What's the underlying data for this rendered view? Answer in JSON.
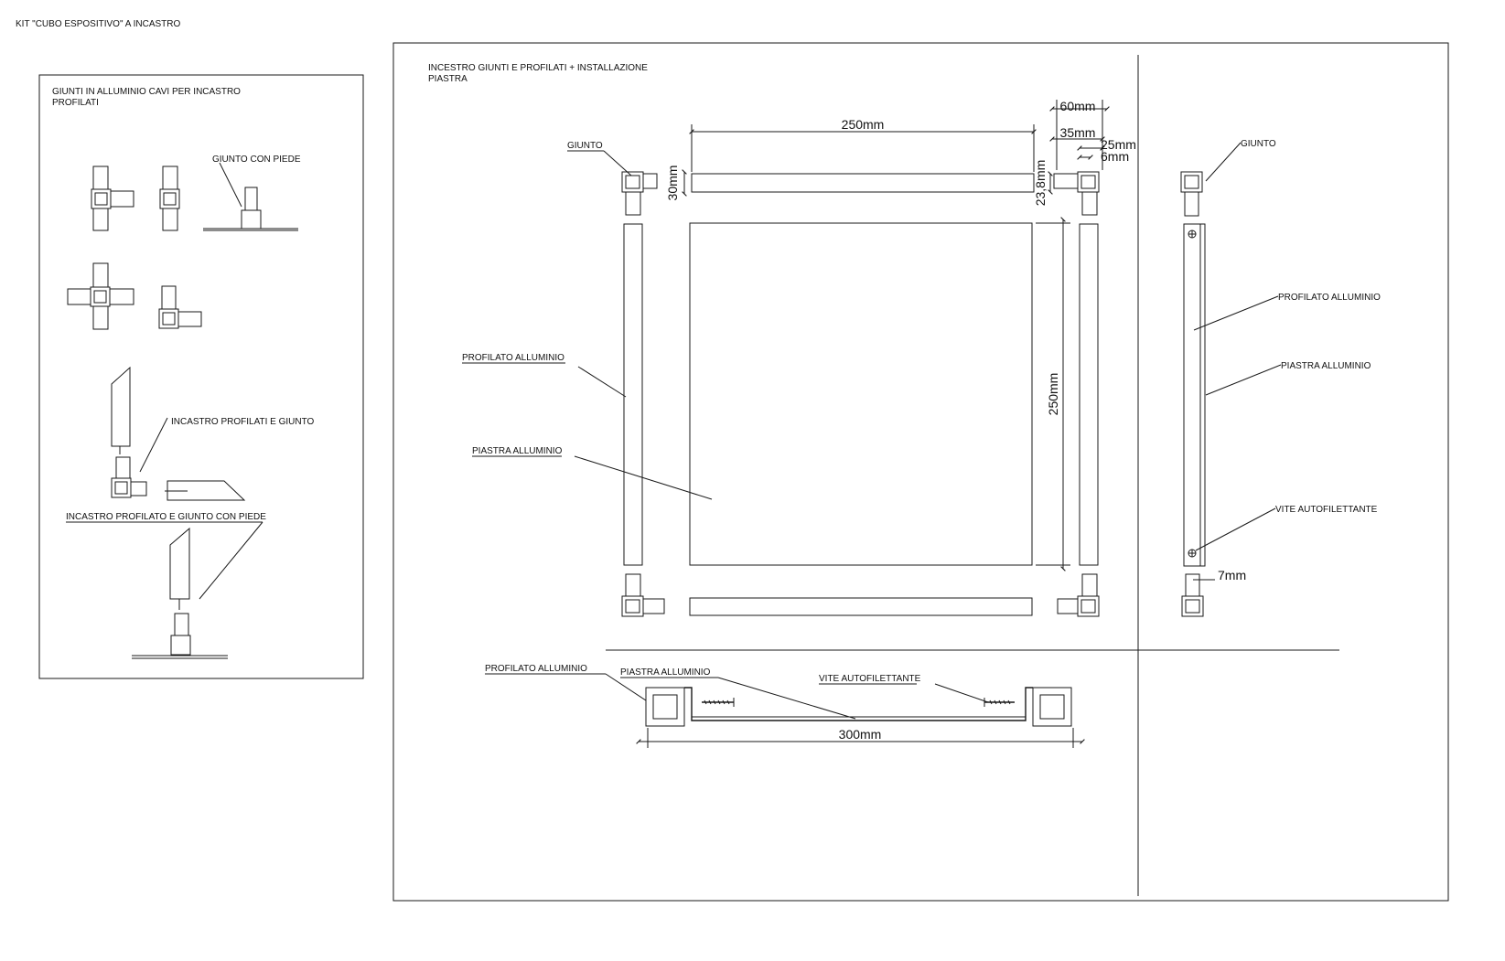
{
  "sheet": {
    "title": "KIT \"CUBO ESPOSITIVO\" A INCASTRO"
  },
  "left_panel": {
    "title_line1": "GIUNTI IN ALLUMINIO CAVI PER INCASTRO",
    "title_line2": "PROFILATI",
    "giunto_con_piede": "GIUNTO CON PIEDE",
    "incastro_profilati_giunto": "INCASTRO PROFILATI E GIUNTO",
    "incastro_profilato_piede": "INCASTRO PROFILATO E GIUNTO CON PIEDE"
  },
  "main_panel": {
    "title_line1": "INCESTRO GIUNTI E PROFILATI + INSTALLAZIONE",
    "title_line2": "PIASTRA",
    "giunto": "GIUNTO",
    "profilato": "PROFILATO ALLUMINIO",
    "piastra": "PIASTRA ALLUMINIO",
    "dims": {
      "top_width": "250mm",
      "d60": "60mm",
      "d35": "35mm",
      "d25": "25mm",
      "d6": "6mm",
      "d30": "30mm",
      "d23": "23,8mm",
      "side_height": "250mm"
    }
  },
  "side_view": {
    "giunto": "GIUNTO",
    "profilato": "PROFILATO ALLUMINIO",
    "piastra": "PIASTRA ALLUMINIO",
    "vite": "VITE AUTOFILETTANTE",
    "d7": "7mm"
  },
  "section_view": {
    "profilato": "PROFILATO ALLUMINIO",
    "piastra": "PIASTRA ALLUMINIO",
    "vite": "VITE AUTOFILETTANTE",
    "d300": "300mm"
  }
}
